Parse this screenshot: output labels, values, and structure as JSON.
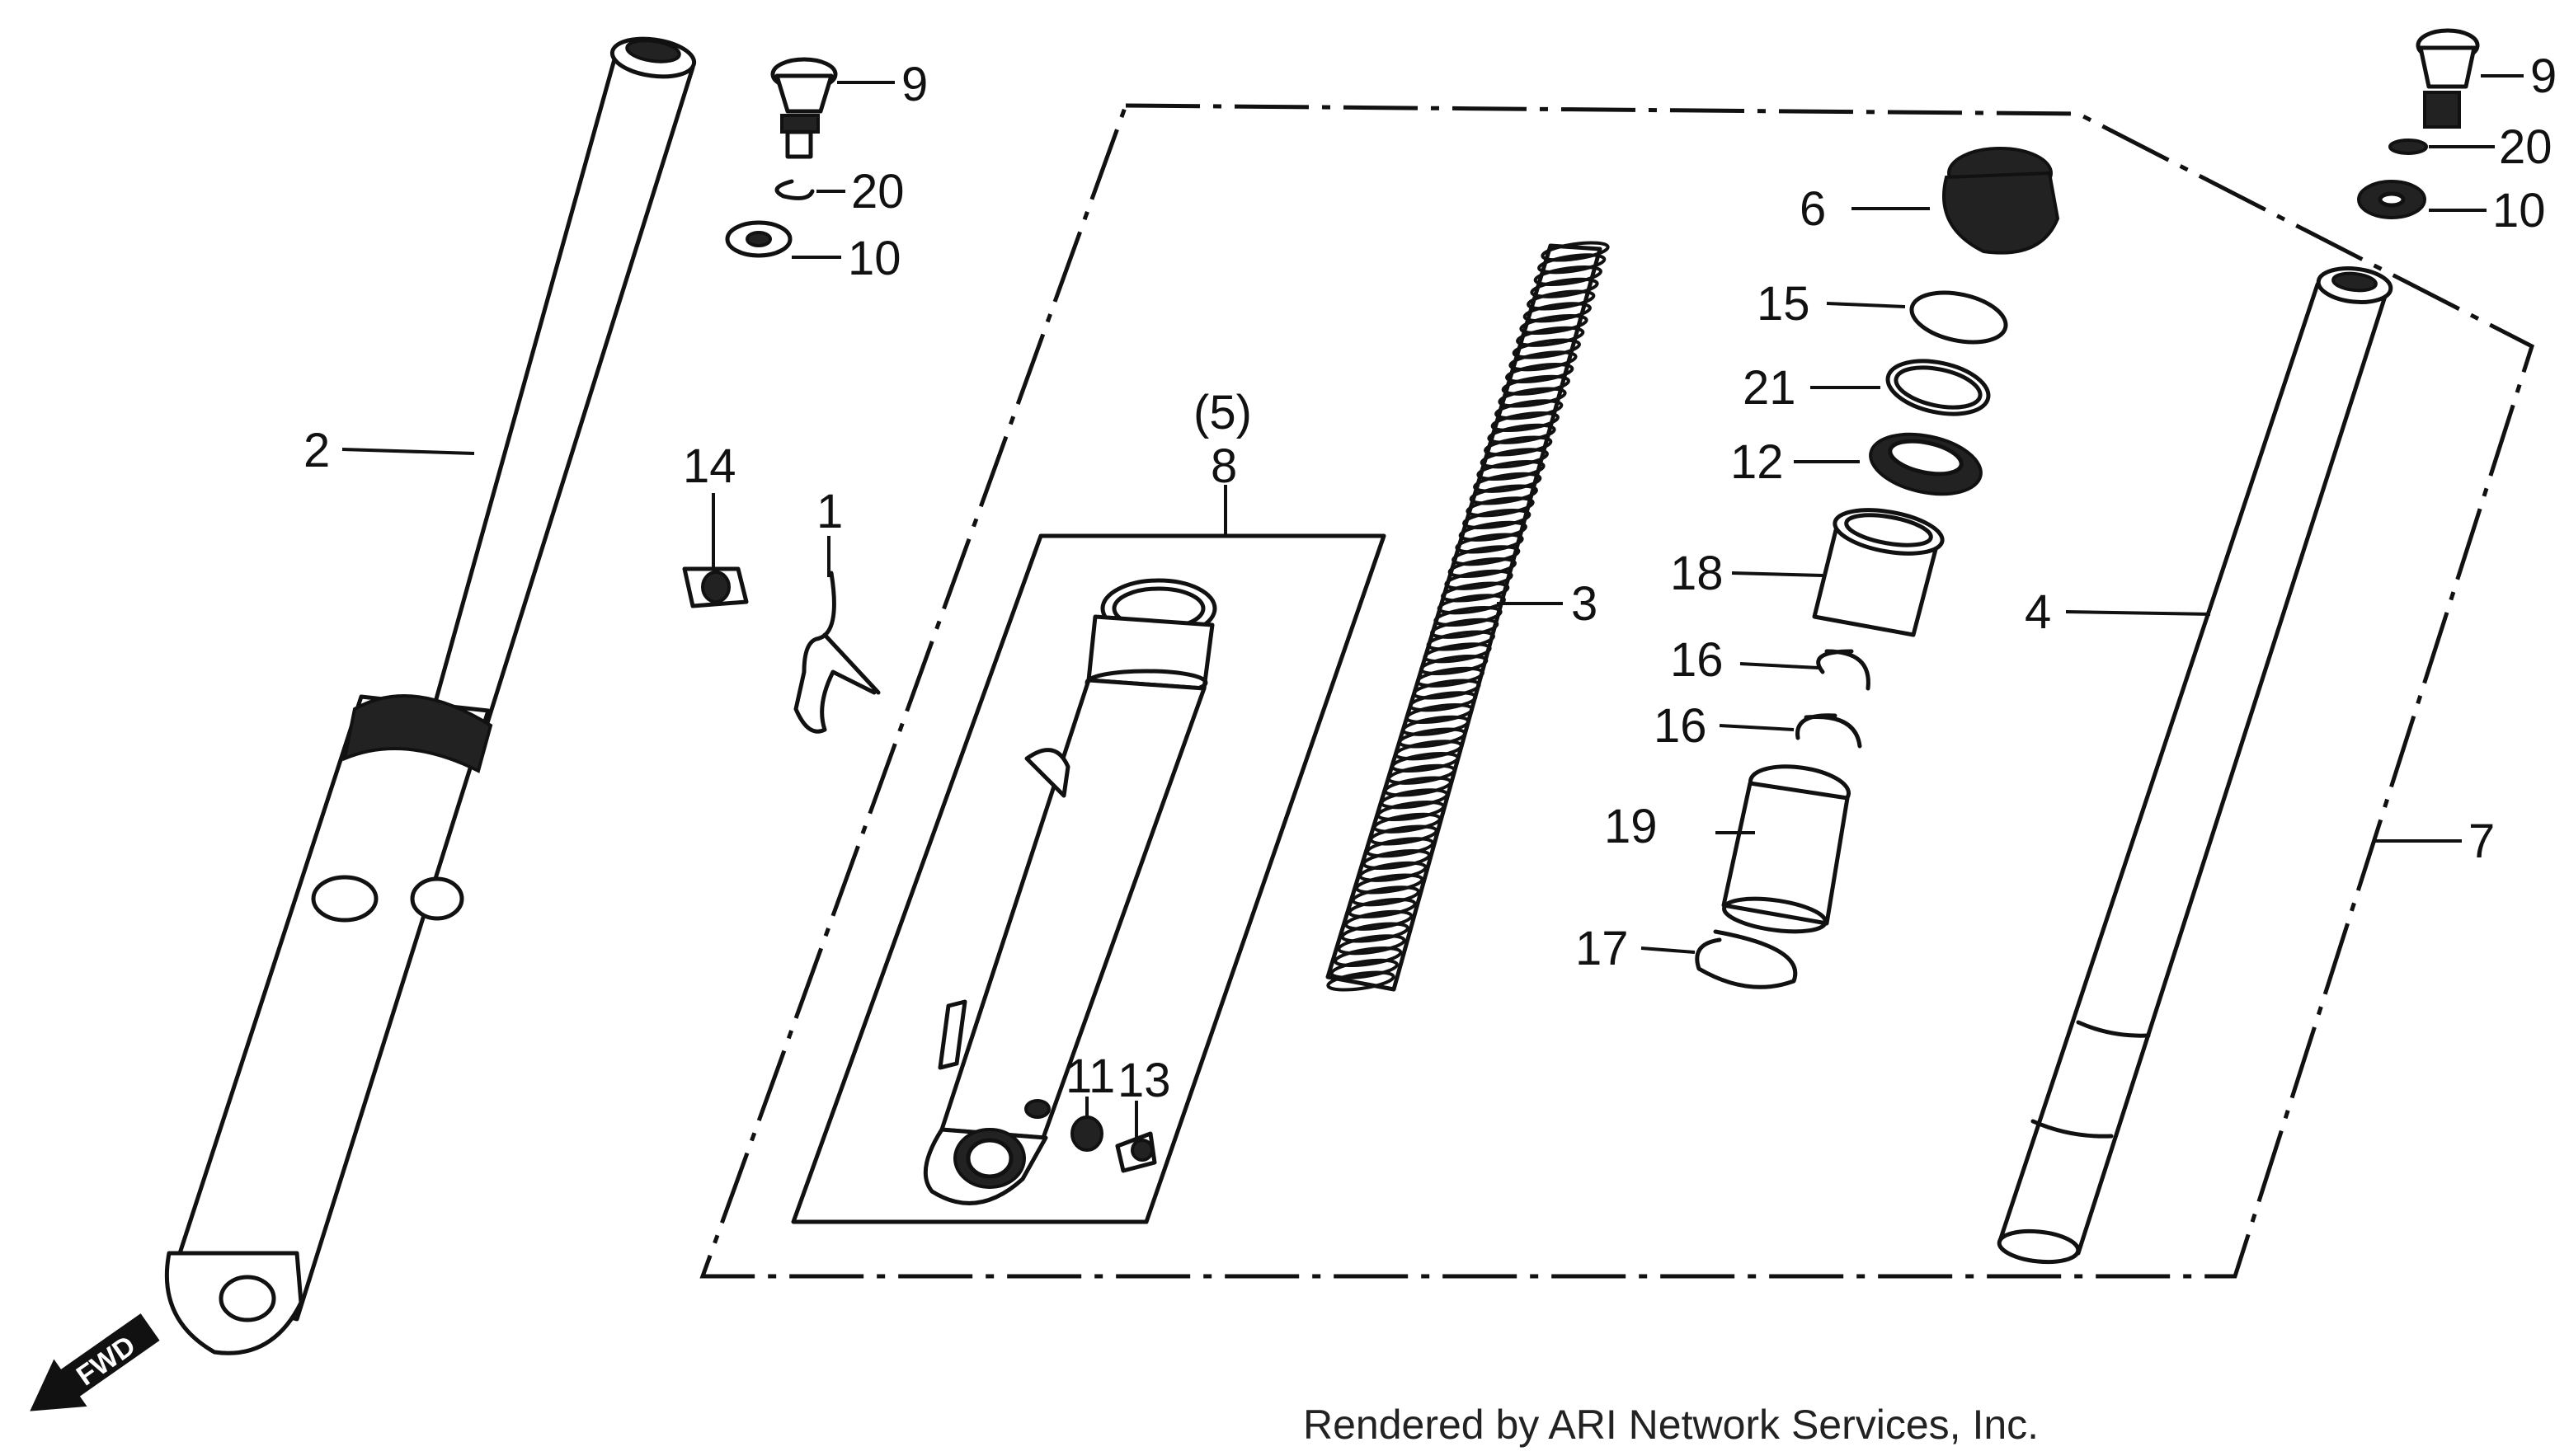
{
  "diagram": {
    "labels": {
      "l1": "1",
      "l2": "2",
      "l3": "3",
      "l4": "4",
      "l5": "(5)",
      "l6": "6",
      "l7": "7",
      "l8": "8",
      "l9a": "9",
      "l9b": "9",
      "l10a": "10",
      "l10b": "10",
      "l11": "11",
      "l12": "12",
      "l13": "13",
      "l14": "14",
      "l15": "15",
      "l16a": "16",
      "l16b": "16",
      "l17": "17",
      "l18": "18",
      "l19": "19",
      "l20a": "20",
      "l20b": "20",
      "l21": "21"
    },
    "fwd": "FWD",
    "credit": "Rendered by ARI Network Services, Inc."
  }
}
